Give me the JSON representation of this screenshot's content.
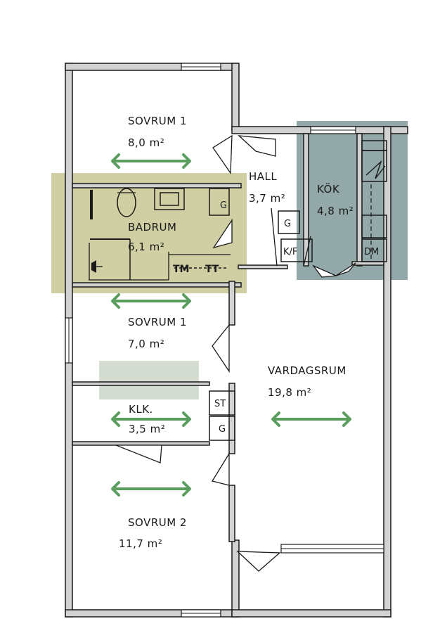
{
  "colors": {
    "arrow": "#5a9e5e",
    "bathroom_highlight": "#cfcfa3",
    "kitchen_highlight": "#93a8a8",
    "closet_highlight": "#d5ddd2",
    "wall_fill": "#d2d2d2",
    "line": "#1a1a1a"
  },
  "rooms": {
    "sovrum1_top": {
      "name": "SOVRUM 1",
      "area": "8,0 m²"
    },
    "badrum": {
      "name": "BADRUM",
      "area": "6,1 m²"
    },
    "hall": {
      "name": "HALL",
      "area": "3,7 m²"
    },
    "kok": {
      "name": "KÖK",
      "area": "4,8 m²"
    },
    "sovrum1_mid": {
      "name": "SOVRUM 1",
      "area": "7,0 m²"
    },
    "vardagsrum": {
      "name": "VARDAGSRUM",
      "area": "19,8 m²"
    },
    "klk": {
      "name": "KLK.",
      "area": "3,5 m²"
    },
    "sovrum2": {
      "name": "SOVRUM 2",
      "area": "11,7 m²"
    }
  },
  "fixtures": {
    "g_bath": "G",
    "g_hall": "G",
    "kf": "K/F",
    "dm": "DM",
    "tm": "TM",
    "tt": "TT",
    "st": "ST",
    "g_klk": "G"
  }
}
